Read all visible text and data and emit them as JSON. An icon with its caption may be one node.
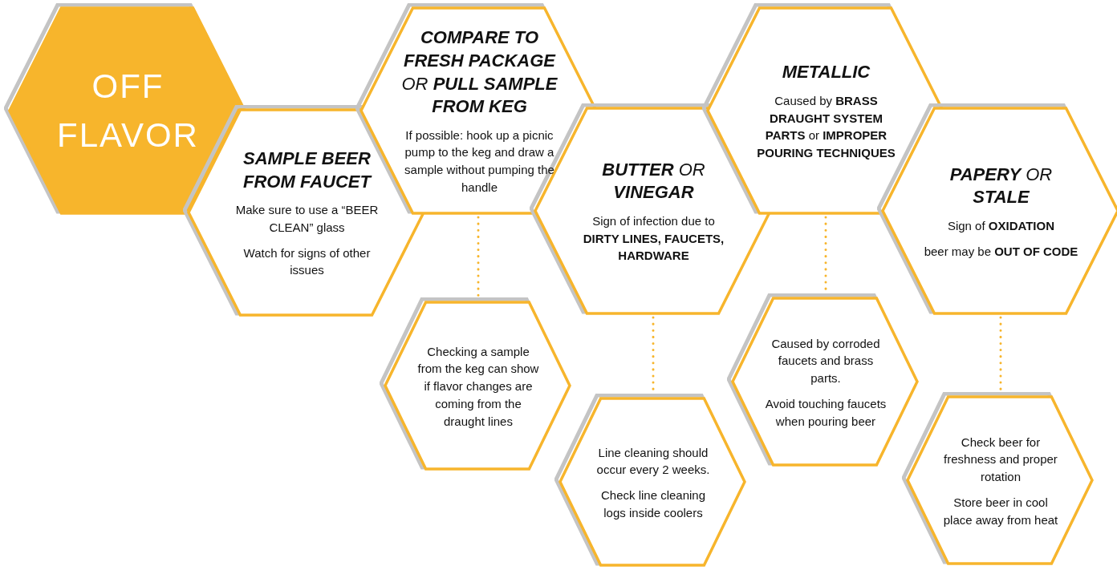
{
  "diagram": {
    "nodes": [
      {
        "text": [
          "OFF FLAVOR"
        ]
      },
      {
        "text": [
          "SAMPLE BEER FROM FAUCET",
          "Make sure to use a “BEER CLEAN” glass",
          "Watch for signs of other issues"
        ]
      },
      {
        "text": [
          "**COMPARE TO FRESH PACKAGE** OR **PULL SAMPLE FROM KEG**",
          "If possible: hook up a picnic pump to the keg and draw a sample without pumping the handle"
        ]
      },
      {
        "text": [
          "**BUTTER** OR **VINEGAR**",
          "Sign of infection due to **DIRTY LINES, FAUCETS, HARDWARE**"
        ]
      },
      {
        "text": [
          "METALLIC",
          "Caused by **BRASS DRAUGHT SYSTEM PARTS** or **IMPROPER POURING TECHNIQUES**"
        ]
      },
      {
        "text": [
          "**PAPERY** OR **STALE**",
          "Sign of **OXIDATION**",
          "beer may be **OUT OF CODE**"
        ]
      },
      {
        "text": [
          "Checking a sample from the keg can show if flavor changes are coming from the draught lines"
        ]
      },
      {
        "text": [
          "Line cleaning should occur every 2 weeks.",
          "Check line cleaning logs inside coolers"
        ]
      },
      {
        "text": [
          "Caused by corroded faucets and brass parts.",
          "Avoid touching faucets when pouring beer"
        ]
      },
      {
        "text": [
          "Check beer for freshness and proper rotation",
          "Store beer in cool place away from heat"
        ]
      }
    ],
    "edges": [
      {
        "from": 2,
        "to": 6,
        "arrow": "none",
        "style": "dashed"
      },
      {
        "from": 3,
        "to": 7,
        "arrow": "none",
        "style": "dashed"
      },
      {
        "from": 4,
        "to": 8,
        "arrow": "none",
        "style": "dashed"
      },
      {
        "from": 5,
        "to": 9,
        "arrow": "none",
        "style": "dashed"
      }
    ]
  }
}
